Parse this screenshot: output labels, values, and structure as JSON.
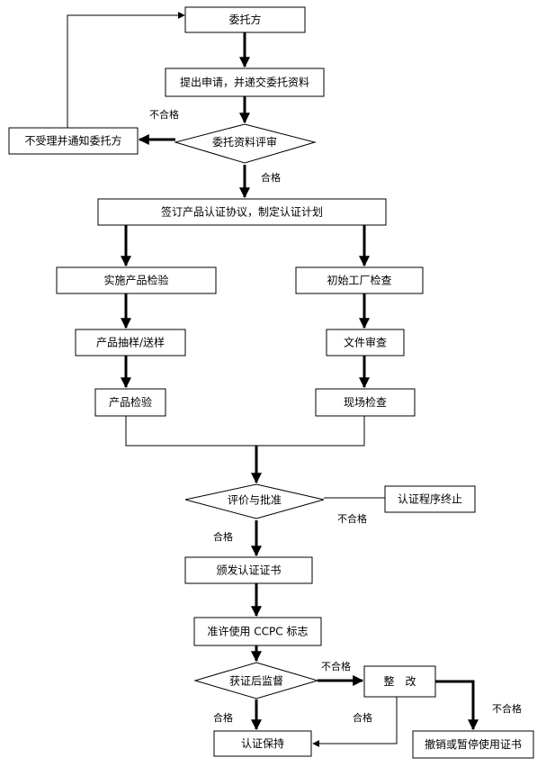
{
  "nodes": {
    "client": "委托方",
    "apply": "提出申请，并递交委托资料",
    "review": "委托资料评审",
    "reject_notify": "不受理并通知委托方",
    "sign": "签订产品认证协议，制定认证计划",
    "product_test": "实施产品检验",
    "factory_check": "初始工厂检查",
    "sampling": "产品抽样/送样",
    "doc_review": "文件审查",
    "inspection": "产品检验",
    "onsite": "现场检查",
    "evaluate": "评价与批准",
    "terminate": "认证程序终止",
    "issue": "颁发认证证书",
    "ccpc": "准许使用 CCPC 标志",
    "supervise": "获证后监督",
    "rectify": "整　改",
    "maintain": "认证保持",
    "revoke": "撤销或暂停使用证书"
  },
  "edge_labels": {
    "review_fail": "不合格",
    "review_pass": "合格",
    "eval_pass": "合格",
    "eval_fail": "不合格",
    "supervise_fail": "不合格",
    "supervise_pass": "合格",
    "rectify_pass": "合格",
    "rectify_fail": "不合格"
  }
}
